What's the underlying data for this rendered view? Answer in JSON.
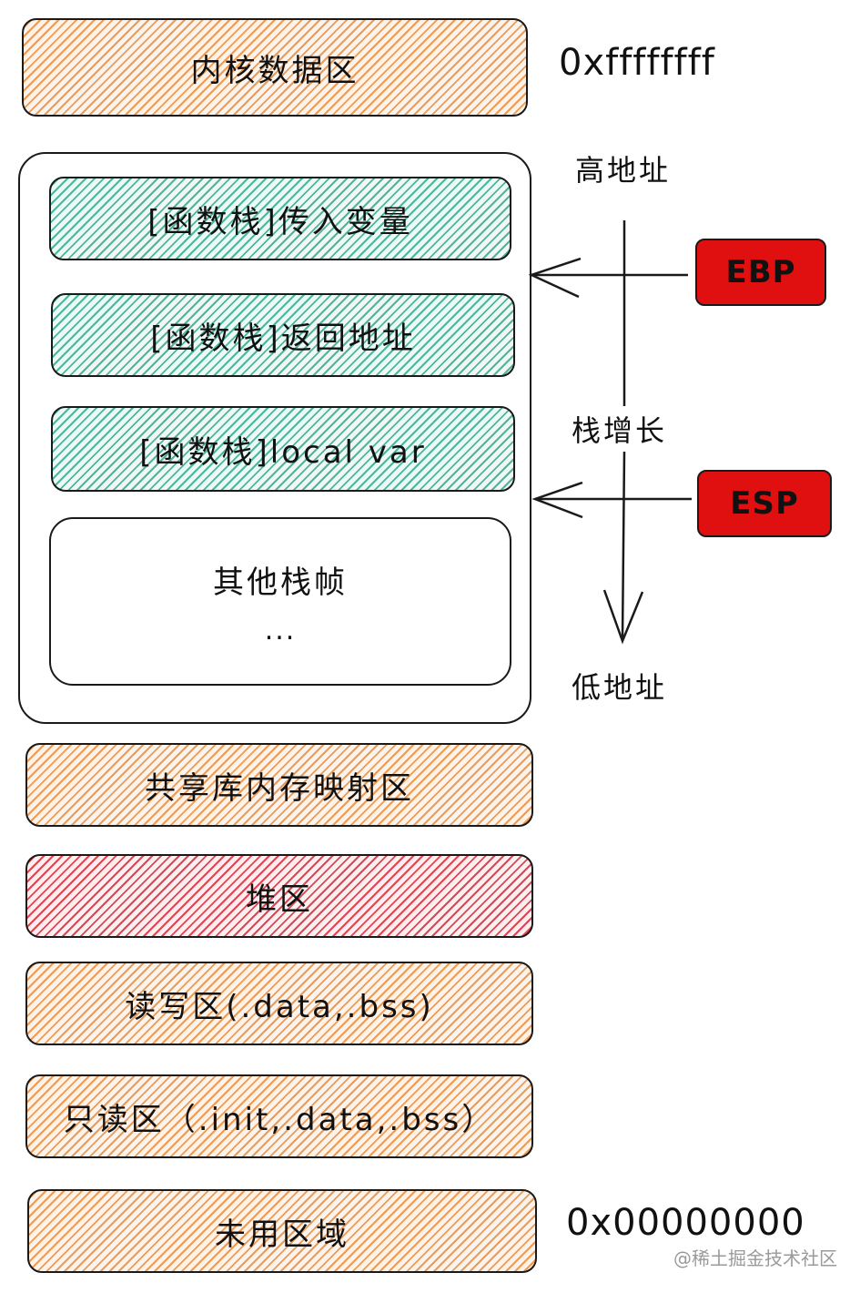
{
  "blocks": {
    "kernel": "内核数据区",
    "func_args": "[函数栈]传入变量",
    "func_ret": "[函数栈]返回地址",
    "func_local": "[函数栈]local var",
    "other_frames": "其他栈帧",
    "other_dots": "...",
    "shared_lib": "共享库内存映射区",
    "heap": "堆区",
    "rw": "读写区(.data,.bss)",
    "ro": "只读区（.init,.data,.bss）",
    "unused": "未用区域"
  },
  "addresses": {
    "top": "0xffffffff",
    "bottom": "0x00000000"
  },
  "labels": {
    "high": "高地址",
    "growth": "栈增长",
    "low": "低地址"
  },
  "registers": {
    "ebp": "EBP",
    "esp": "ESP"
  },
  "colors": {
    "orange_hatch": "#e88c3c",
    "green_hatch": "#30aa8c",
    "red_hatch": "#d72837",
    "register_fill": "#e01010"
  },
  "watermark": "@稀土掘金技术社区"
}
